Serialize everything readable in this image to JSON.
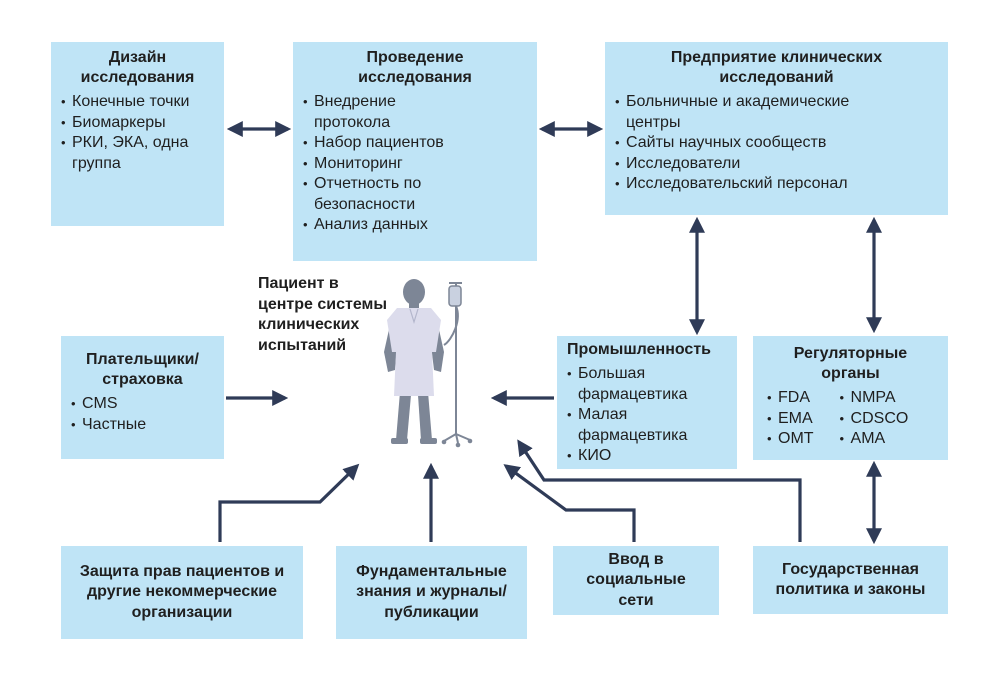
{
  "design": {
    "title": "Дизайн исследования",
    "items": [
      "Конечные точки",
      "Биомаркеры",
      "РКИ, ЭКА, одна группа"
    ]
  },
  "conduct": {
    "title": "Проведение исследования",
    "items": [
      "Внедрение протокола",
      "Набор пациентов",
      "Мониторинг",
      "Отчетность по безопасности",
      "Анализ данных"
    ]
  },
  "enterprise": {
    "title": "Предприятие клинических исследований",
    "items": [
      "Больничные и академические центры",
      "Сайты научных сообществ",
      "Исследователи",
      "Исследовательский персонал"
    ]
  },
  "patient": {
    "label": "Пациент в центре системы клинических испытаний"
  },
  "payers": {
    "title": "Плательщики/ страховка",
    "items": [
      "CMS",
      "Частные"
    ]
  },
  "industry": {
    "title": "Промышленность",
    "items": [
      "Большая фармацевтика",
      "Малая фармацевтика",
      "КИО"
    ]
  },
  "regulators": {
    "title": "Регуляторные органы",
    "col1": [
      "FDA",
      "EMA",
      "ОМТ"
    ],
    "col2": [
      "NMPA",
      "CDSCO",
      "AMA"
    ]
  },
  "advocacy": {
    "title": "Защита прав пациентов и другие некоммерческие организации"
  },
  "knowledge": {
    "title": "Фундаментальные знания и журналы/ публикации"
  },
  "social": {
    "title": "Ввод в социальные сети"
  },
  "policy": {
    "title": "Государственная политика и законы"
  },
  "colors": {
    "box": "#bfe4f6",
    "arrow": "#2f3b57",
    "figure": "#7d8696",
    "gown": "#dcdcec"
  }
}
